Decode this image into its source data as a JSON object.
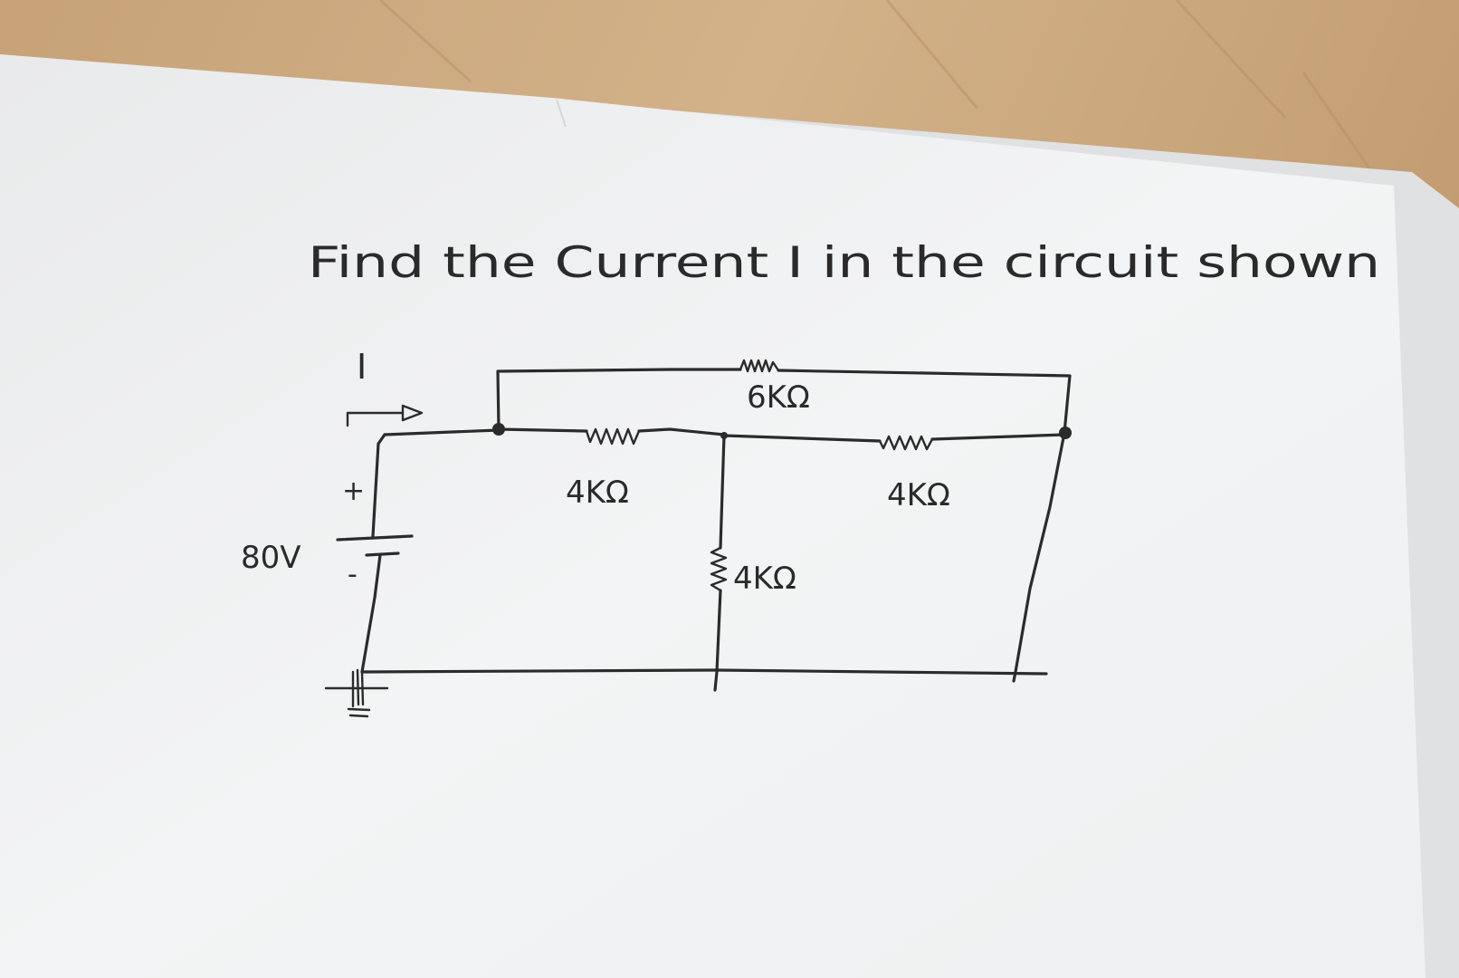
{
  "question": "Find the Current I in the circuit shown",
  "circuit": {
    "source_label": "80V",
    "plus_sign": "+",
    "minus_sign": "-",
    "current_label": "I",
    "resistors": {
      "top": "6KΩ",
      "left_series": "4KΩ",
      "middle_shunt": "4KΩ",
      "right_series": "4KΩ"
    }
  },
  "colors": {
    "paper": "#f1f2f3",
    "ink": "#2b2b2b",
    "wood": "#c9a47a"
  }
}
